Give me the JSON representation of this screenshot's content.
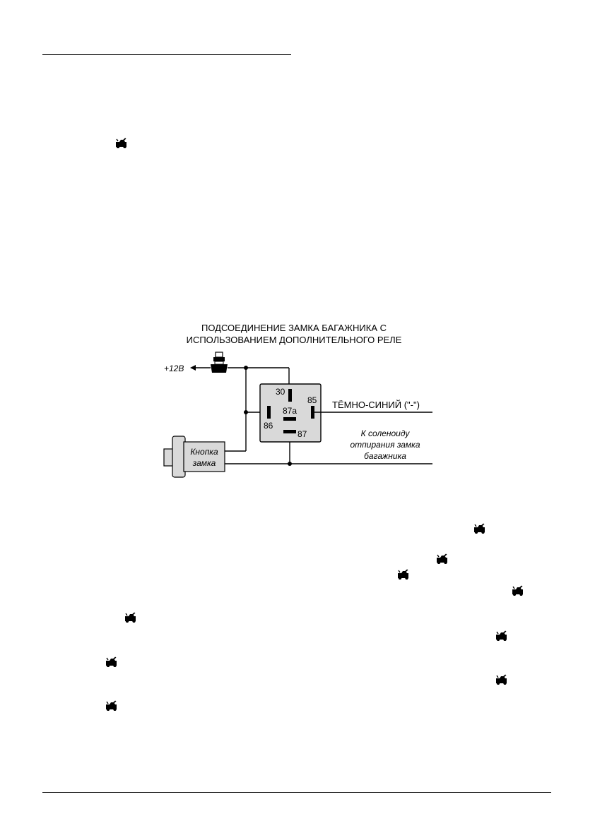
{
  "diagram": {
    "title_line1": "ПОДСОЕДИНЕНИЕ ЗАМКА БАГАЖНИКА С",
    "title_line2": "ИСПОЛЬЗОВАНИЕМ ДОПОЛНИТЕЛЬНОГО РЕЛЕ",
    "supply_label": "+12В",
    "pin_30": "30",
    "pin_85": "85",
    "pin_87a": "87а",
    "pin_86": "86",
    "pin_87": "87",
    "wire_label": "ТЁМНО-СИНИЙ (\"-\")",
    "solenoid_line1": "К соленоиду",
    "solenoid_line2": "отпирания замка",
    "solenoid_line3": "багажника",
    "button_line1": "Кнопка",
    "button_line2": "замка"
  },
  "icons": {
    "trunk_icon_name": "trunk-open-icon"
  }
}
